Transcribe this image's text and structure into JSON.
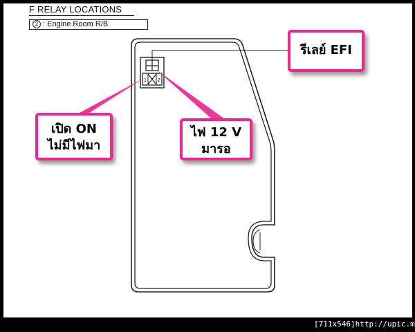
{
  "header": {
    "title": "F  RELAY LOCATIONS",
    "subtitle_number": "2",
    "subtitle": ":  Engine Room R/B"
  },
  "relay": {
    "pin1": "1",
    "pin2": "2"
  },
  "callouts": {
    "efi": "รีเลย์ EFI",
    "on_line1": "เปิด ON",
    "on_line2": "ไม่มีไฟมา",
    "v12_line1": "ไฟ 12 V",
    "v12_line2": "มารอ"
  },
  "footer": {
    "size": "[711x546]",
    "url": "http://upic.me/"
  },
  "colors": {
    "accent": "#f0258f",
    "outline": "#222222",
    "background": "#000000"
  }
}
